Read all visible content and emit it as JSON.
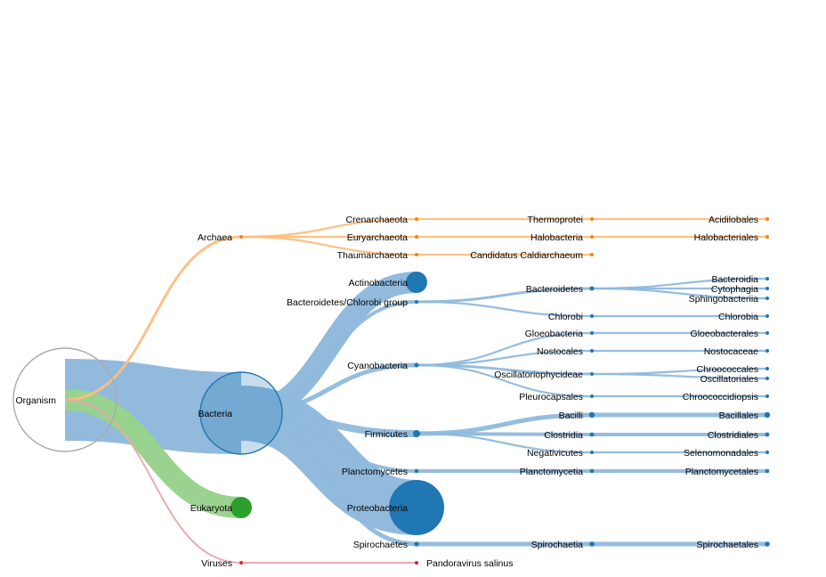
{
  "colors": {
    "archaea_link": "#fdbf80",
    "archaea_node": "#ff7f0e",
    "bacteria_link": "#8fb9dc",
    "bacteria_node": "#1f77b4",
    "eukaryota_link": "#98d28d",
    "eukaryota_node": "#2ca02c",
    "viruses_link": "#eaa8ad",
    "viruses_node": "#d62728",
    "root_ring": "#aaaaaa"
  },
  "tree": {
    "name": "Organism",
    "children": [
      {
        "name": "Archaea",
        "group": "archaea",
        "children": [
          {
            "name": "Crenarchaeota",
            "children": [
              {
                "name": "Thermoprotei",
                "children": [
                  {
                    "name": "Acidilobales"
                  }
                ]
              }
            ]
          },
          {
            "name": "Euryarchaeota",
            "children": [
              {
                "name": "Halobacteria",
                "children": [
                  {
                    "name": "Halobacteriales"
                  }
                ]
              }
            ]
          },
          {
            "name": "Thaumarchaeota",
            "children": [
              {
                "name": "Candidatus Caldiarchaeum"
              }
            ]
          }
        ]
      },
      {
        "name": "Bacteria",
        "group": "bacteria",
        "children": [
          {
            "name": "Actinobacteria"
          },
          {
            "name": "Bacteroidetes/Chlorobi group",
            "children": [
              {
                "name": "Bacteroidetes",
                "children": [
                  {
                    "name": "Bacteroidia"
                  },
                  {
                    "name": "Cytophagia"
                  },
                  {
                    "name": "Sphingobacteriia"
                  }
                ]
              },
              {
                "name": "Chlorobi",
                "children": [
                  {
                    "name": "Chlorobia"
                  }
                ]
              }
            ]
          },
          {
            "name": "Cyanobacteria",
            "children": [
              {
                "name": "Gloeobacteria",
                "children": [
                  {
                    "name": "Gloeobacterales"
                  }
                ]
              },
              {
                "name": "Nostocales",
                "children": [
                  {
                    "name": "Nostocaceae"
                  }
                ]
              },
              {
                "name": "Oscillatoriophycideae",
                "children": [
                  {
                    "name": "Chroococcales"
                  },
                  {
                    "name": "Oscillatoriales"
                  }
                ]
              },
              {
                "name": "Pleurocapsales",
                "children": [
                  {
                    "name": "Chroococcidiopsis"
                  }
                ]
              }
            ]
          },
          {
            "name": "Firmicutes",
            "children": [
              {
                "name": "Bacilli",
                "children": [
                  {
                    "name": "Bacillales"
                  }
                ]
              },
              {
                "name": "Clostridia",
                "children": [
                  {
                    "name": "Clostridiales"
                  }
                ]
              },
              {
                "name": "Negativicutes",
                "children": [
                  {
                    "name": "Selenomonadales"
                  }
                ]
              }
            ]
          },
          {
            "name": "Planctomycetes",
            "children": [
              {
                "name": "Planctomycetia",
                "children": [
                  {
                    "name": "Planctomycetales"
                  }
                ]
              }
            ]
          },
          {
            "name": "Proteobacteria"
          },
          {
            "name": "Spirochaetes",
            "children": [
              {
                "name": "Spirochaetia",
                "children": [
                  {
                    "name": "Spirochaetales"
                  }
                ]
              }
            ]
          }
        ]
      },
      {
        "name": "Eukaryota",
        "group": "eukaryota"
      },
      {
        "name": "Viruses",
        "group": "viruses",
        "children": [
          {
            "name": "Pandoravirus salinus"
          }
        ]
      }
    ]
  }
}
